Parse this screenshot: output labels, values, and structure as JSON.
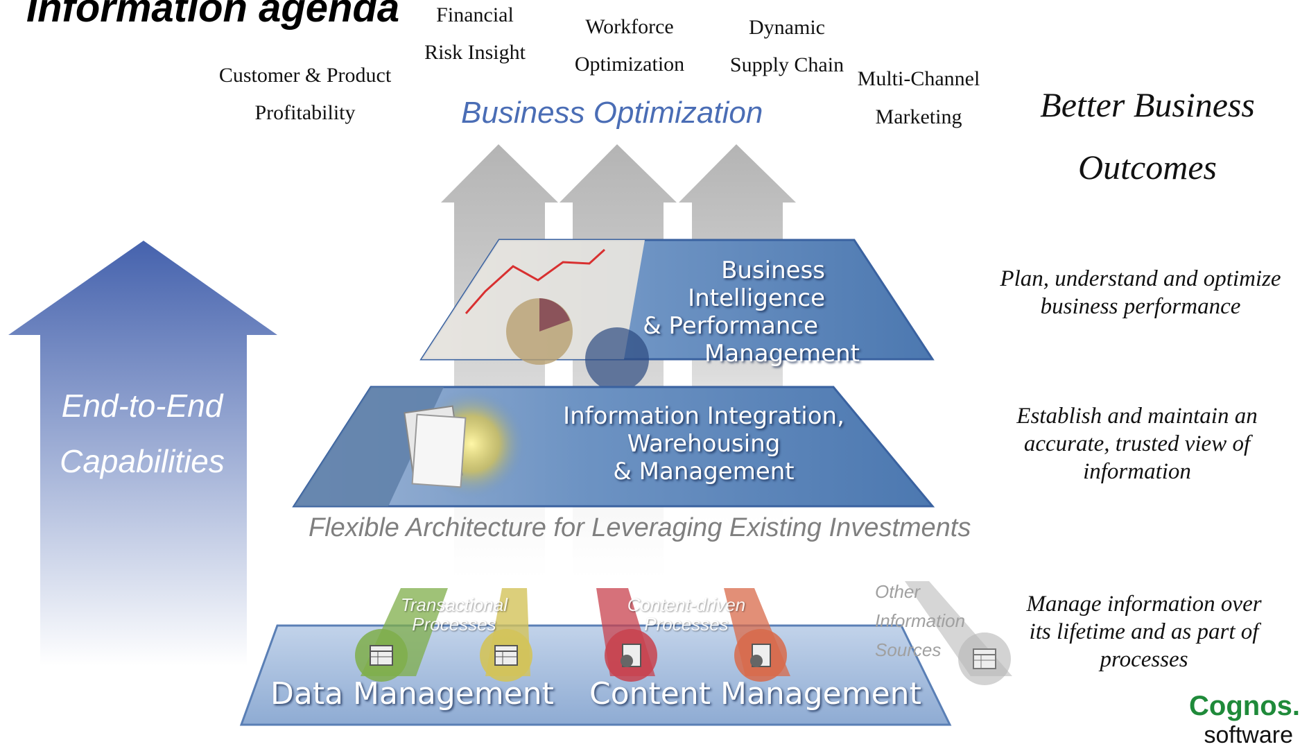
{
  "title": "Information agenda",
  "business_areas": [
    {
      "line1": "Customer & Product",
      "line2": "Profitability"
    },
    {
      "line1": "Financial",
      "line2": "Risk Insight"
    },
    {
      "line1": "Workforce",
      "line2": "Optimization"
    },
    {
      "line1": "Dynamic",
      "line2": "Supply Chain"
    },
    {
      "line1": "Multi-Channel",
      "line2": "Marketing"
    }
  ],
  "business_optimization": "Business Optimization",
  "outcomes": {
    "line1": "Better Business",
    "line2": "Outcomes"
  },
  "layers": {
    "bi": {
      "line1": "Business Intelligence",
      "line2": "& Performance",
      "line3": "Management"
    },
    "integration": {
      "line1": "Information Integration,",
      "line2": "Warehousing",
      "line3": "& Management"
    },
    "base": {
      "transactional": {
        "line1": "Transactional",
        "line2": "Processes"
      },
      "content_driven": {
        "line1": "Content-driven",
        "line2": "Processes"
      },
      "data_management": "Data Management",
      "content_management": "Content Management",
      "other_sources": {
        "line1": "Other",
        "line2": "Information",
        "line3": "Sources"
      }
    }
  },
  "flexible_architecture": "Flexible Architecture for Leveraging Existing Investments",
  "end_to_end": {
    "line1": "End-to-End",
    "line2": "Capabilities"
  },
  "descriptions": [
    {
      "line1": "Plan, understand and optimize",
      "line2": "business performance"
    },
    {
      "line1": "Establish and maintain an",
      "line2": "accurate, trusted view of",
      "line3": "information"
    },
    {
      "line1": "Manage information over",
      "line2": "its lifetime and as part of",
      "line3": "processes"
    }
  ],
  "logo": {
    "line1": "Cognos.",
    "line2": "software"
  },
  "colors": {
    "accent_blue": "#4a6db5",
    "layer_blue": "#5b86bb",
    "arrow_gray": "#bdbdbd",
    "logo_green": "#1f8a3a"
  },
  "icons": [
    "database-icon",
    "document-database-icon",
    "up-arrow"
  ]
}
